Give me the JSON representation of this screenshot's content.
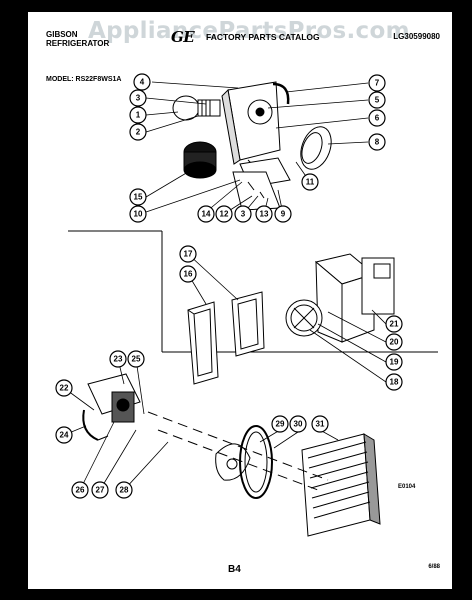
{
  "watermark": "AppliancePartsPros.com",
  "header": {
    "brand_line1": "GIBSON",
    "brand_line2": "REFRIGERATOR",
    "logo": "GE",
    "catalog_title": "FACTORY PARTS CATALOG",
    "catalog_code": "LG30599080",
    "model_label": "MODEL: RS22F8WS1A"
  },
  "figure_code": "E0104",
  "footer": {
    "page": "B4",
    "date": "6/88"
  },
  "callouts": [
    "4",
    "3",
    "1",
    "2",
    "15",
    "10",
    "7",
    "5",
    "6",
    "8",
    "11",
    "14",
    "12",
    "3",
    "13",
    "9",
    "17",
    "16",
    "21",
    "20",
    "19",
    "18",
    "23",
    "25",
    "22",
    "24",
    "26",
    "27",
    "28",
    "29",
    "30",
    "31"
  ]
}
